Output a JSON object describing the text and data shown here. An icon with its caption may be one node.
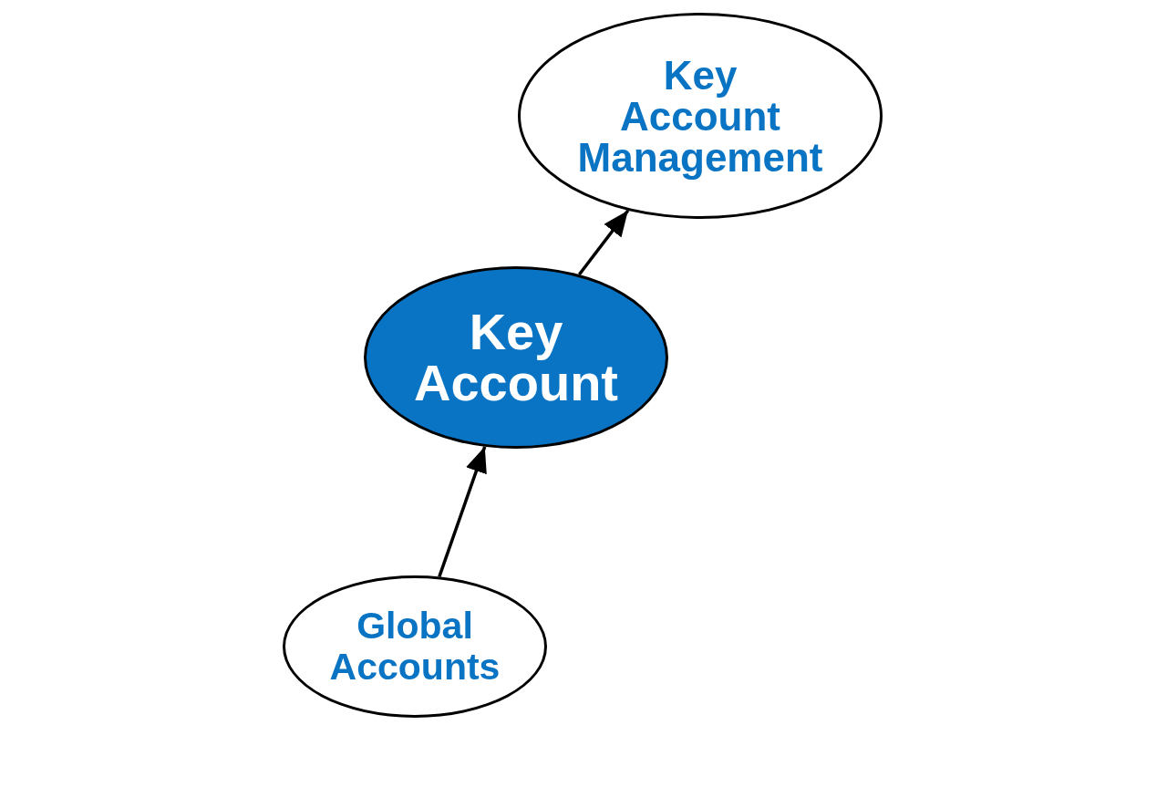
{
  "diagram": {
    "nodes": [
      {
        "text": [
          "Key Account Management"
        ]
      },
      {
        "text": [
          "Key Account"
        ]
      },
      {
        "text": [
          "Global Accounts"
        ]
      }
    ],
    "edges": [
      {
        "from": 2,
        "to": 1,
        "arrow": "to"
      },
      {
        "from": 1,
        "to": 0,
        "arrow": "to"
      }
    ]
  }
}
